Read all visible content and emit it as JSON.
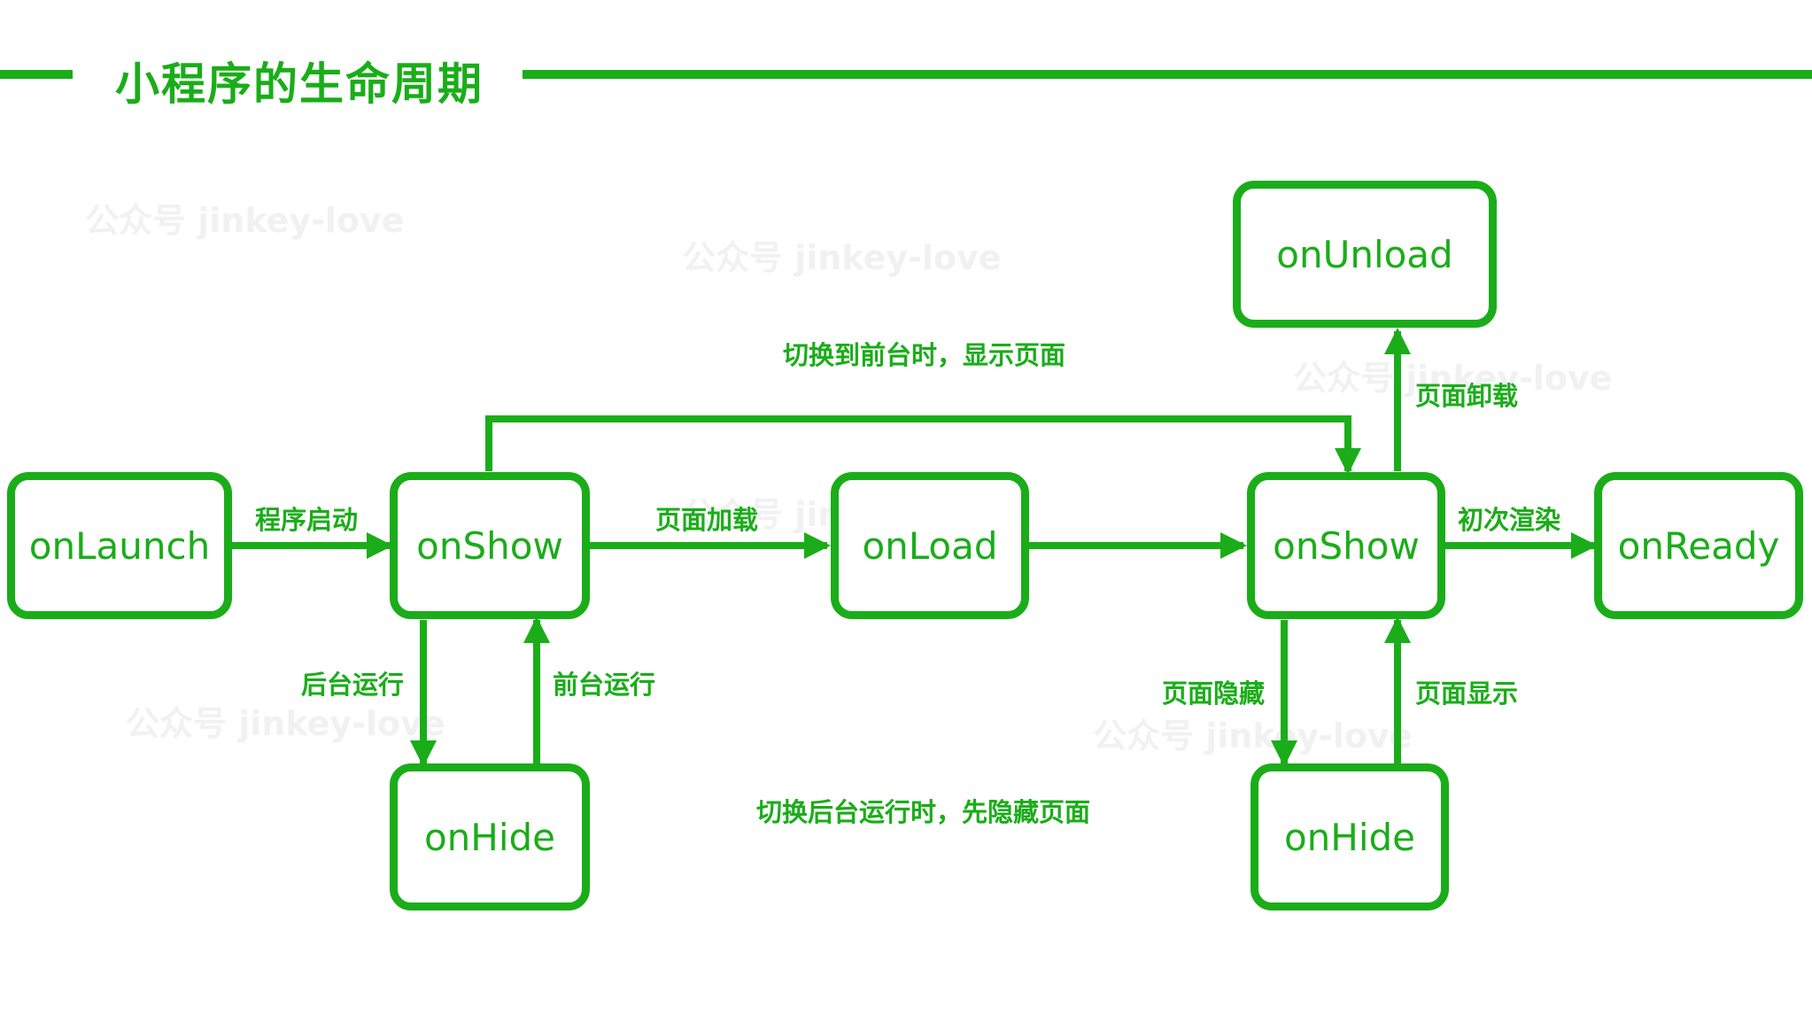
{
  "title": "小程序的生命周期",
  "watermark": "公众号 jinkey-love",
  "accent_color": "#1aad19",
  "nodes": {
    "onlaunch": "onLaunch",
    "onshow_1": "onShow",
    "onload": "onLoad",
    "onshow_2": "onShow",
    "onready": "onReady",
    "onunload": "onUnload",
    "onhide_1": "onHide",
    "onhide_2": "onHide"
  },
  "edges": {
    "launch_to_show": "程序启动",
    "show_to_load": "页面加载",
    "app_foreground": "切换到前台时，显示页面",
    "first_render": "初次渲染",
    "page_unload": "页面卸载",
    "app_background_1": "后台运行",
    "app_foreground_1": "前台运行",
    "page_hide": "页面隐藏",
    "page_show": "页面显示",
    "app_background_note": "切换后台运行时，先隐藏页面"
  }
}
